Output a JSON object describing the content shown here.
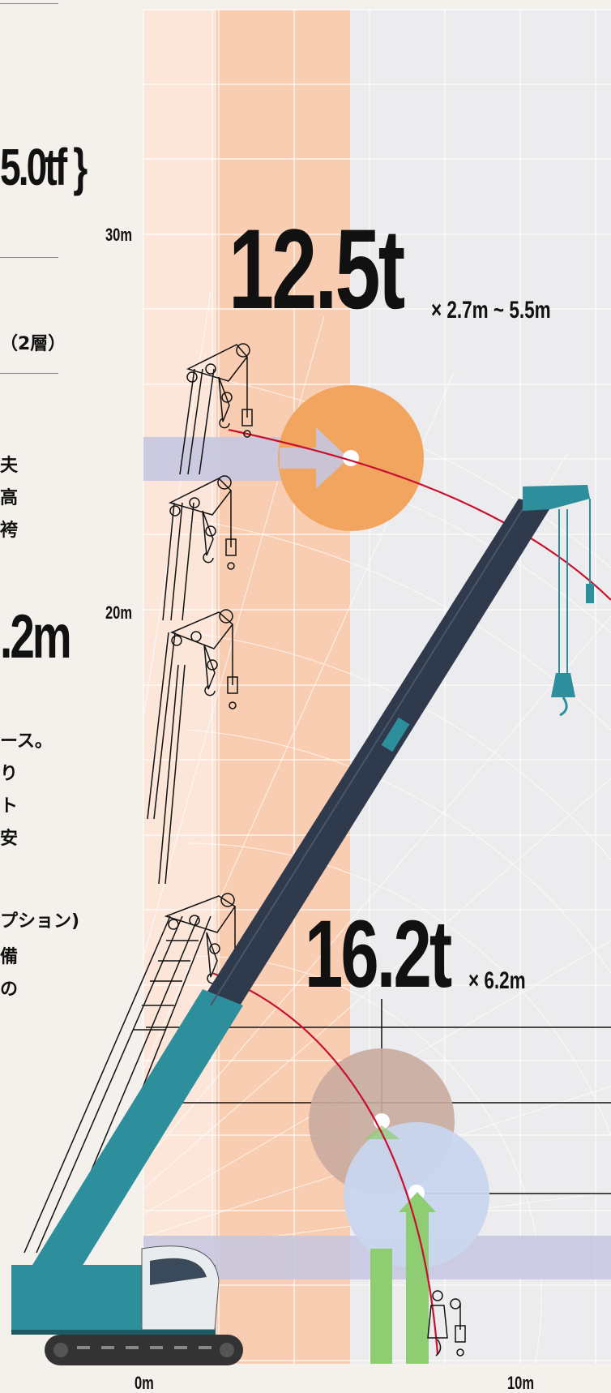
{
  "left_panel": {
    "capacity_fragment": "5.0tf }",
    "layers_fragment": "（2層）",
    "text_fragments_1": [
      "夫",
      "高",
      "袴"
    ],
    "boom_length_fragment": ".2m",
    "text_fragments_2": [
      "ース。",
      "り",
      "ト",
      "安"
    ],
    "option_fragment": "プション)",
    "text_fragments_3": [
      "備",
      "の"
    ]
  },
  "axis": {
    "y_30": "30m",
    "y_20": "20m",
    "x_0": "0m",
    "x_10": "10m"
  },
  "callouts": {
    "top_load": "12.5t",
    "top_radius": "× 2.7m ~ 5.5m",
    "bottom_load": "16.2t",
    "bottom_radius": "× 6.2m"
  },
  "colors": {
    "background": "#f4f1ed",
    "plot_area": "#ecebed",
    "peach_band": "#f9cdb2",
    "light_band": "#fce6d9",
    "lavender_band": "#c5c6e0",
    "orange_circle": "#f2a55f",
    "brown_circle": "#c9ab9f",
    "blue_circle": "#c8d6ee",
    "green_arrow": "#8fcd72",
    "crane_teal": "#2d8f9c",
    "boom_dark": "#2f3a4d",
    "curve_red": "#c8102e"
  }
}
